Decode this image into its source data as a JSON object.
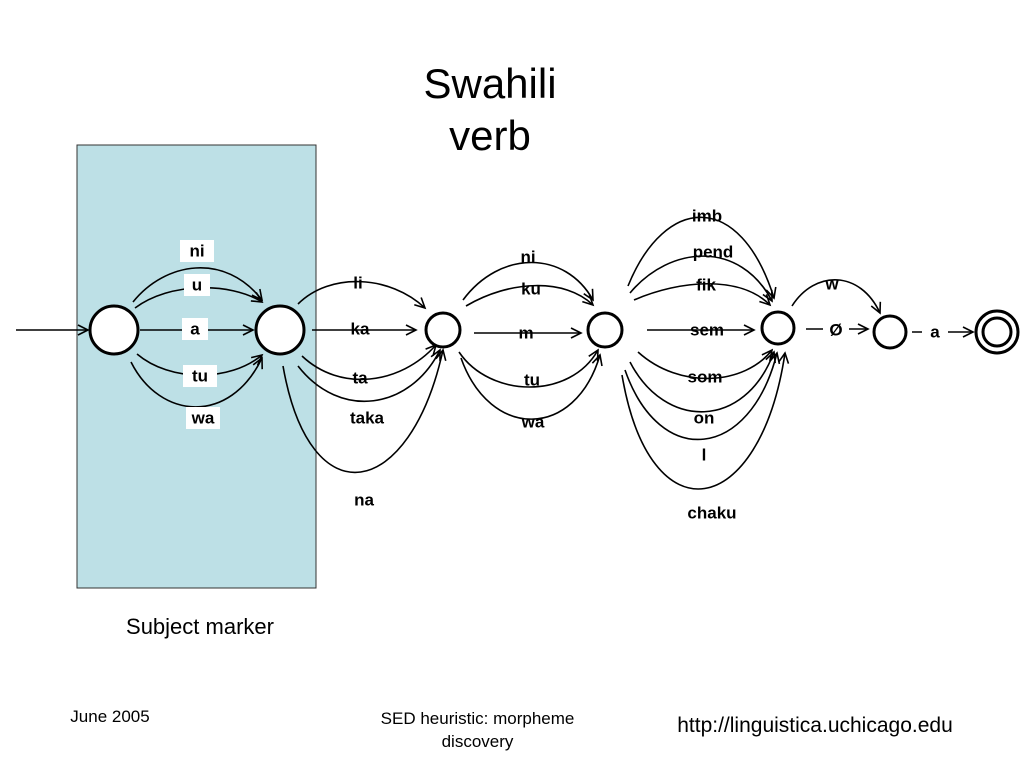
{
  "title_line1": "Swahili",
  "title_line2": "verb",
  "subject_caption": "Subject marker",
  "highlight_color": "#bde0e6",
  "footer": {
    "date": "June 2005",
    "heuristic": "SED heuristic: morpheme discovery",
    "url": "http://linguistica.uchicago.edu"
  },
  "states": [
    "start",
    "after-subject",
    "after-tense",
    "after-object",
    "after-stem",
    "after-suffix",
    "final"
  ],
  "edges": [
    {
      "from": "start",
      "to": "after-subject",
      "label": "ni"
    },
    {
      "from": "start",
      "to": "after-subject",
      "label": "u"
    },
    {
      "from": "start",
      "to": "after-subject",
      "label": "a"
    },
    {
      "from": "start",
      "to": "after-subject",
      "label": "tu"
    },
    {
      "from": "start",
      "to": "after-subject",
      "label": "wa"
    },
    {
      "from": "after-subject",
      "to": "after-tense",
      "label": "li"
    },
    {
      "from": "after-subject",
      "to": "after-tense",
      "label": "ka"
    },
    {
      "from": "after-subject",
      "to": "after-tense",
      "label": "ta"
    },
    {
      "from": "after-subject",
      "to": "after-tense",
      "label": "taka"
    },
    {
      "from": "after-subject",
      "to": "after-tense",
      "label": "na"
    },
    {
      "from": "after-tense",
      "to": "after-object",
      "label": "ni"
    },
    {
      "from": "after-tense",
      "to": "after-object",
      "label": "ku"
    },
    {
      "from": "after-tense",
      "to": "after-object",
      "label": "m"
    },
    {
      "from": "after-tense",
      "to": "after-object",
      "label": "tu"
    },
    {
      "from": "after-tense",
      "to": "after-object",
      "label": "wa"
    },
    {
      "from": "after-object",
      "to": "after-stem",
      "label": "imb"
    },
    {
      "from": "after-object",
      "to": "after-stem",
      "label": "pend"
    },
    {
      "from": "after-object",
      "to": "after-stem",
      "label": "fik"
    },
    {
      "from": "after-object",
      "to": "after-stem",
      "label": "sem"
    },
    {
      "from": "after-object",
      "to": "after-stem",
      "label": "som"
    },
    {
      "from": "after-object",
      "to": "after-stem",
      "label": "on"
    },
    {
      "from": "after-object",
      "to": "after-stem",
      "label": "l"
    },
    {
      "from": "after-object",
      "to": "after-stem",
      "label": "chaku"
    },
    {
      "from": "after-stem",
      "to": "after-suffix",
      "label": "w"
    },
    {
      "from": "after-stem",
      "to": "after-suffix",
      "label": "Ø"
    },
    {
      "from": "after-suffix",
      "to": "final",
      "label": "a"
    }
  ]
}
